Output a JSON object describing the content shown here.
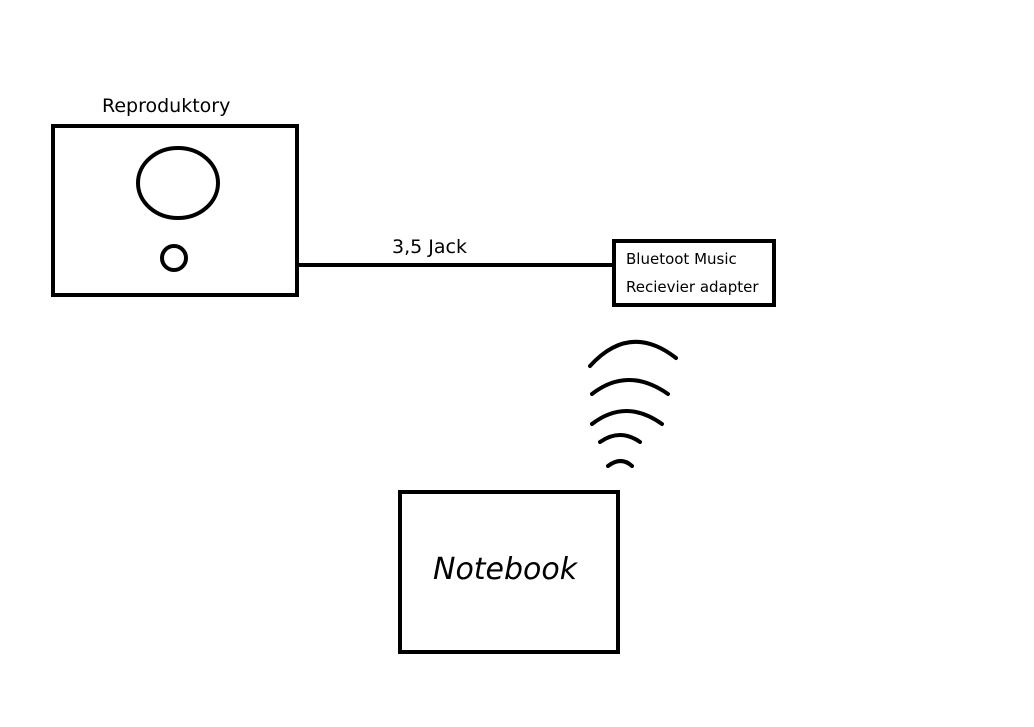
{
  "diagram": {
    "speakers": {
      "label": "Reproduktory"
    },
    "cable": {
      "label": "3,5 Jack"
    },
    "adapter": {
      "line1": "Bluetoot Music",
      "line2": "Recievier adapter"
    },
    "notebook": {
      "label": "Notebook"
    },
    "stroke_color": "#000000",
    "background_color": "#ffffff",
    "wireless_icon": "bluetooth-wave-icon"
  }
}
